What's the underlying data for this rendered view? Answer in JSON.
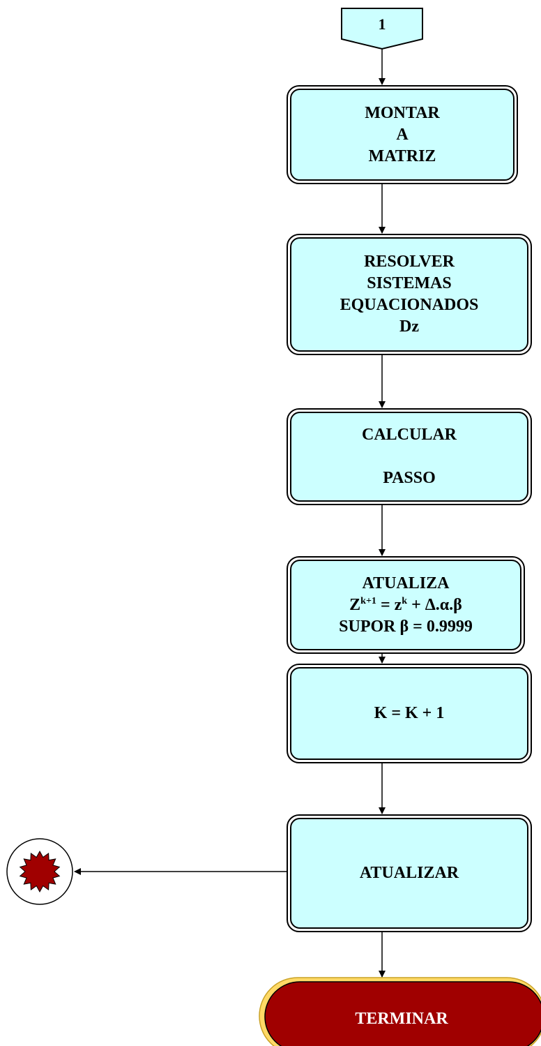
{
  "connector": {
    "label": "1"
  },
  "steps": [
    {
      "lines": [
        "MONTAR",
        "A",
        "MATRIZ"
      ]
    },
    {
      "lines": [
        "RESOLVER",
        "SISTEMAS",
        "EQUACIONADOS",
        "Dz"
      ]
    },
    {
      "line1": "CALCULAR",
      "line2": "PASSO"
    },
    {
      "title": "ATUALIZA",
      "formula": {
        "z_left": "Z",
        "sup_left": "k+1",
        "equals": " = z",
        "sup_right": "k",
        "rest": " + Δ.α.β"
      },
      "note": "SUPOR β = 0.9999"
    },
    {
      "label": "K = K + 1"
    },
    {
      "label": "ATUALIZAR"
    }
  ],
  "end": {
    "label": "TERMINAR"
  },
  "colors": {
    "box_fill": "#ccffff",
    "terminal_fill": "#a00000",
    "terminal_border": "#ffd966",
    "burst_fill": "#a00000"
  },
  "icons": {
    "exit": "starburst-icon"
  }
}
